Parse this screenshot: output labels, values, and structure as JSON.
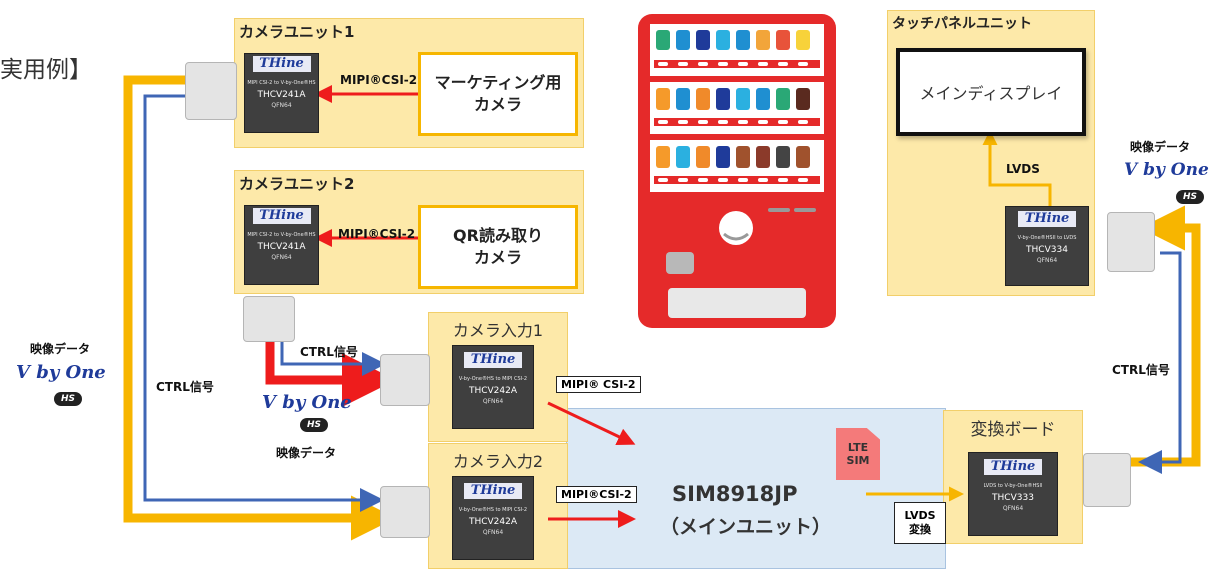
{
  "header": {
    "partial_title": "実用例】"
  },
  "camera_unit_1": {
    "title": "カメラユニット1",
    "chip": {
      "brand": "THine",
      "desc": "MIPI CSI-2 to V-by-One®HS",
      "part": "THCV241A",
      "package": "QFN64"
    },
    "link_label": "MIPI®CSI-2",
    "camera_lines": [
      "マーケティング用",
      "カメラ"
    ]
  },
  "camera_unit_2": {
    "title": "カメラユニット2",
    "chip": {
      "brand": "THine",
      "desc": "MIPI CSI-2 to V-by-One®HS",
      "part": "THCV241A",
      "package": "QFN64"
    },
    "link_label": "MIPI®CSI-2",
    "camera_lines": [
      "QR読み取り",
      "カメラ"
    ]
  },
  "camera_input_1": {
    "title": "カメラ入力1",
    "chip": {
      "brand": "THine",
      "desc": "V-by-One®HS to MIPI CSI-2",
      "part": "THCV242A",
      "package": "QFN64"
    },
    "link_label": "MIPI® CSI-2"
  },
  "camera_input_2": {
    "title": "カメラ入力2",
    "chip": {
      "brand": "THine",
      "desc": "V-by-One®HS to MIPI CSI-2",
      "part": "THCV242A",
      "package": "QFN64"
    },
    "link_label": "MIPI®CSI-2"
  },
  "main_unit": {
    "name": "SIM8918JP",
    "subtitle": "（メインユニット）",
    "sim_lines": [
      "LTE",
      "SIM"
    ]
  },
  "conversion_board": {
    "title": "変換ボード",
    "chip": {
      "brand": "THine",
      "desc": "LVDS to V-by-One®HSII",
      "part": "THCV333",
      "package": "QFN64"
    },
    "lvds_lines": [
      "LVDS",
      "変換"
    ]
  },
  "touch_panel_unit": {
    "title": "タッチパネルユニット",
    "display_label": "メインディスプレイ",
    "lvds_label": "LVDS",
    "chip": {
      "brand": "THine",
      "desc": "V-by-One®HSII to LVDS",
      "part": "THCV334",
      "package": "QFN64"
    }
  },
  "labels": {
    "video_data": "映像データ",
    "ctrl_signal": "CTRL信号"
  },
  "vbyone_logo": {
    "main": "V by One",
    "badge": "HS"
  },
  "colors": {
    "unit_fill": "#fde9a9",
    "main_fill": "#dce9f5",
    "arrow_red": "#ee1c1c",
    "arrow_yellow": "#f7b500",
    "arrow_blue": "#3f66b5"
  }
}
